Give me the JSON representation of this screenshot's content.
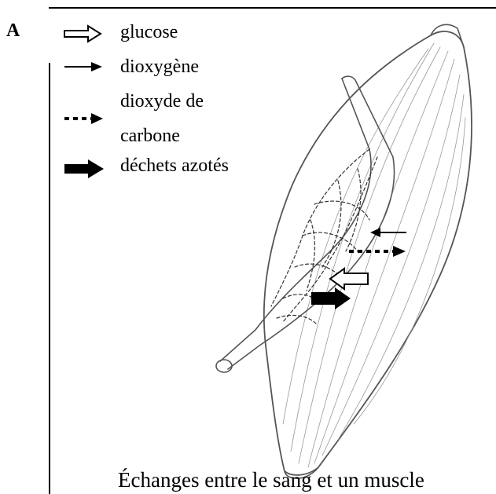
{
  "panel_label": "A",
  "legend": [
    {
      "key": "glucose",
      "label": "glucose",
      "icon": "hollow-arrow-icon"
    },
    {
      "key": "oxygen",
      "label": "dioxygène",
      "icon": "thin-arrow-icon"
    },
    {
      "key": "co2",
      "label_lines": [
        "dioxyde de",
        "carbone"
      ],
      "icon": "dotted-arrow-icon"
    },
    {
      "key": "waste",
      "label": "déchets azotés",
      "icon": "thick-arrow-icon"
    }
  ],
  "caption": "Échanges entre le sang et un muscle",
  "colors": {
    "ink": "#000000",
    "sketch": "#555555",
    "paper": "#ffffff"
  }
}
